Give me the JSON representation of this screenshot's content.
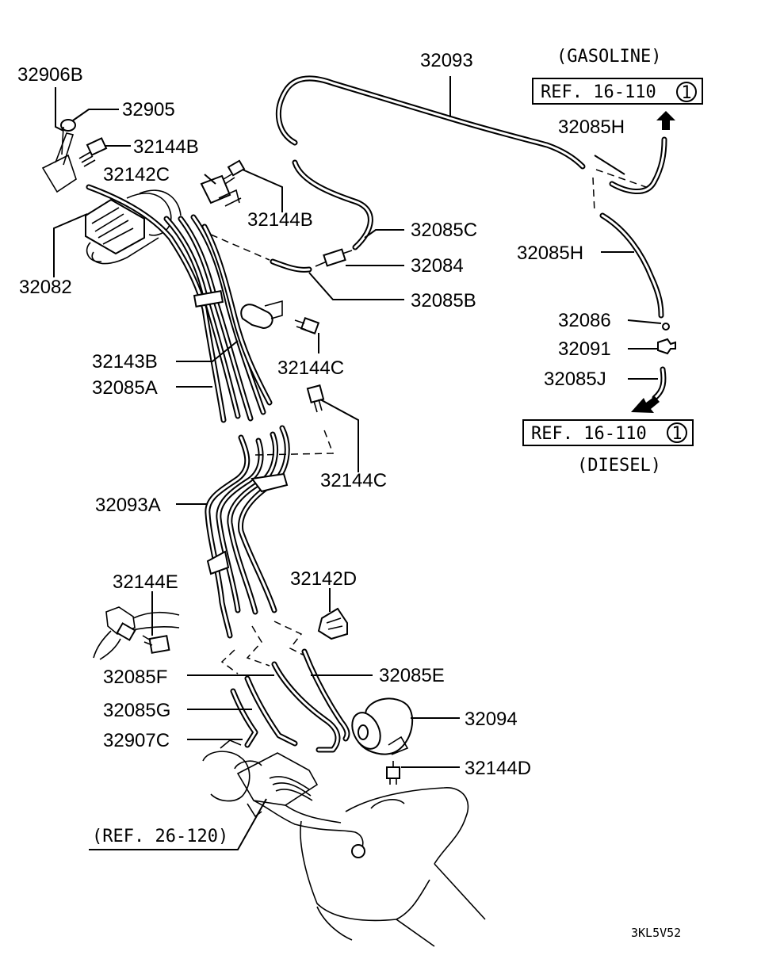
{
  "labels": {
    "p32906B": "32906B",
    "p32905": "32905",
    "p32144B_a": "32144B",
    "p32142C": "32142C",
    "p32144B_b": "32144B",
    "p32082": "32082",
    "p32093": "32093",
    "p32085C": "32085C",
    "p32084": "32084",
    "p32085B": "32085B",
    "p32085H_a": "32085H",
    "p32085H_b": "32085H",
    "p32086": "32086",
    "p32091": "32091",
    "p32085J": "32085J",
    "p32143B": "32143B",
    "p32144C_a": "32144C",
    "p32085A": "32085A",
    "p32144C_b": "32144C",
    "p32093A": "32093A",
    "p32144E": "32144E",
    "p32142D": "32142D",
    "p32085F": "32085F",
    "p32085E": "32085E",
    "p32085G": "32085G",
    "p32094": "32094",
    "p32907C": "32907C",
    "p32144D": "32144D"
  },
  "notes": {
    "gasoline": "(GASOLINE)",
    "diesel": "(DIESEL)",
    "ref_16_110_top": "REF. 16-110",
    "ref_16_110_bottom": "REF. 16-110",
    "circle_num_top": "1",
    "circle_num_bottom": "1",
    "ref_26_120": "(REF. 26-120)",
    "figure_code": "3KL5V52"
  }
}
